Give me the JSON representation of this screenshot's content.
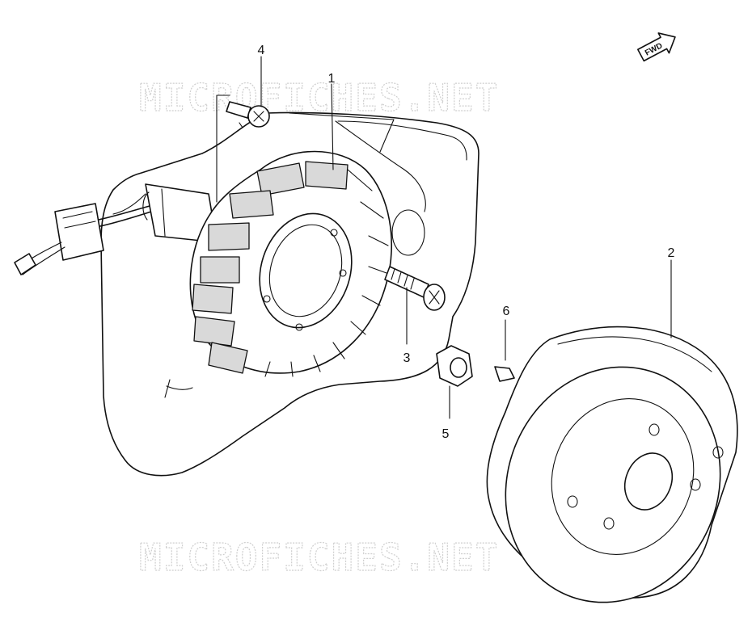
{
  "watermark": {
    "top": "MICROFICHES.NET",
    "bottom": "MICROFICHES.NET"
  },
  "fwd_label": "FWD",
  "callouts": {
    "c1": "1",
    "c2": "2",
    "c3": "3",
    "c4": "4",
    "c5": "5",
    "c6": "6"
  }
}
